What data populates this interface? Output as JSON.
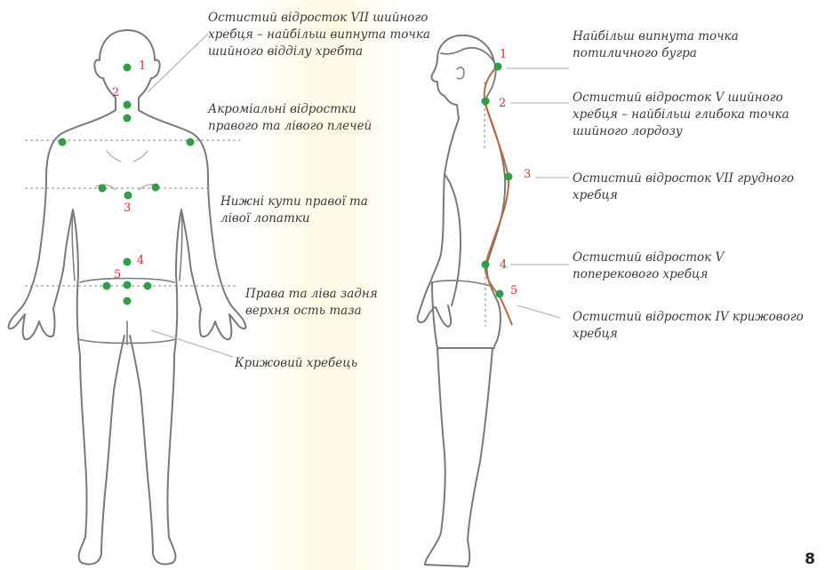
{
  "back_labels": [
    "Остистий відросток VII шийного хребця – найбільш випнута точка шийного відділу хребта",
    "Акроміальні відростки правого та лівого плечей",
    "Нижні кути правої та лівої лопатки",
    "Права та ліва задня верхня ость таза",
    "Крижовий хребець"
  ],
  "side_labels": [
    "Найбільш випнута точка потиличного бугра",
    "Остистий відросток V шийного хребця – найбільш глибока точка шийного лордозу",
    "Остистий відросток VII грудного хребця",
    "Остистий відросток V поперекового хребця",
    "Остистий відросток IV крижового хребця"
  ],
  "back_numbers": [
    "1",
    "2",
    "3",
    "4",
    "5"
  ],
  "side_numbers": [
    "1",
    "2",
    "3",
    "4",
    "5"
  ],
  "page_number": "8",
  "colors": {
    "marker": "#2e9e48",
    "number": "#e0282e",
    "spine_curve": "#c0683c",
    "outline": "#7a7a7a",
    "band": "#fffbe6"
  }
}
